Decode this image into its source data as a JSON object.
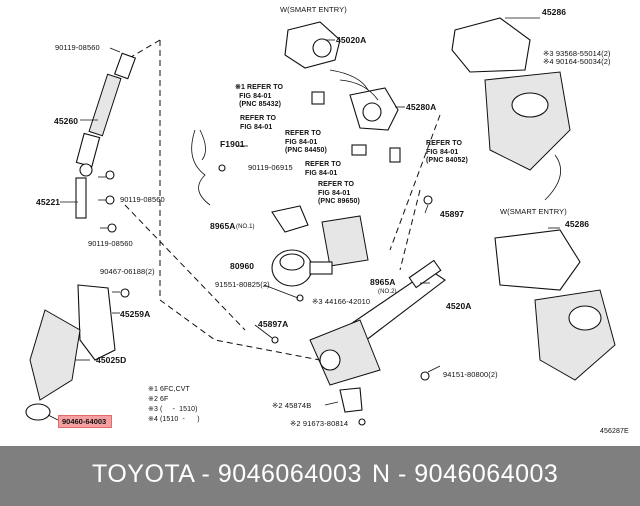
{
  "labels": {
    "smart_entry_top": "W(SMART ENTRY)",
    "smart_entry_right": "W(SMART ENTRY)",
    "p45286_top": "45286",
    "p45286_right": "45286",
    "p45020A": "45020A",
    "p45280A": "45280A",
    "p93568": "※3 93568-55014(2)",
    "p90164": "※4 90164-50034(2)",
    "p90119_08560_top": "90119-08560",
    "p45260": "45260",
    "p45221": "45221",
    "p90119_08560_mid": "90119-08560",
    "p90119_08560_low": "90119-08560",
    "pF1901": "F1901",
    "p90119_06915": "90119-06915",
    "p8965A_no1": "8965A",
    "no1": "(NO.1)",
    "p80960": "80960",
    "p91551": "91551-80825(2)",
    "p34166": "※3 44166-42010",
    "p8965A_no2": "8965A",
    "no2": "(NO.2)",
    "p4520A": "4520A",
    "p45897A": "45897A",
    "p45897": "45897",
    "p90467": "90467-06188(2)",
    "p45259A": "45259A",
    "p45025D": "45025D",
    "p45874B": "※2 45874B",
    "p91673": "※2 91673-80814",
    "p94151": "94151-80800(2)",
    "p90460_64003": "90460-64003",
    "diagram_code": "456287E"
  },
  "refs": {
    "ref1": "※1 REFER TO\n  FIG 84-01\n  (PNC 85432)",
    "ref2": "REFER TO\nFIG 84-01",
    "ref3": "REFER TO\nFIG 84-01\n(PNC 84450)",
    "ref4": "REFER TO\nFIG 84-01",
    "ref5": "REFER TO\nFIG 84-01\n(PNC 89650)",
    "ref6": "REFER TO\nFIG 84-01\n(PNC 84052)"
  },
  "notes": {
    "n1": "※1 6FC,CVT",
    "n2": "※2 6F",
    "n3": "※3 (     -  1510)",
    "n4": "※4 (1510  -      )"
  },
  "footer": {
    "left": "TOYOTA - 9046064003",
    "right": "N - 9046064003"
  },
  "colors": {
    "highlight": "#f4a0a0",
    "footer_bg": "#7f7f7f",
    "footer_text": "#ffffff"
  }
}
